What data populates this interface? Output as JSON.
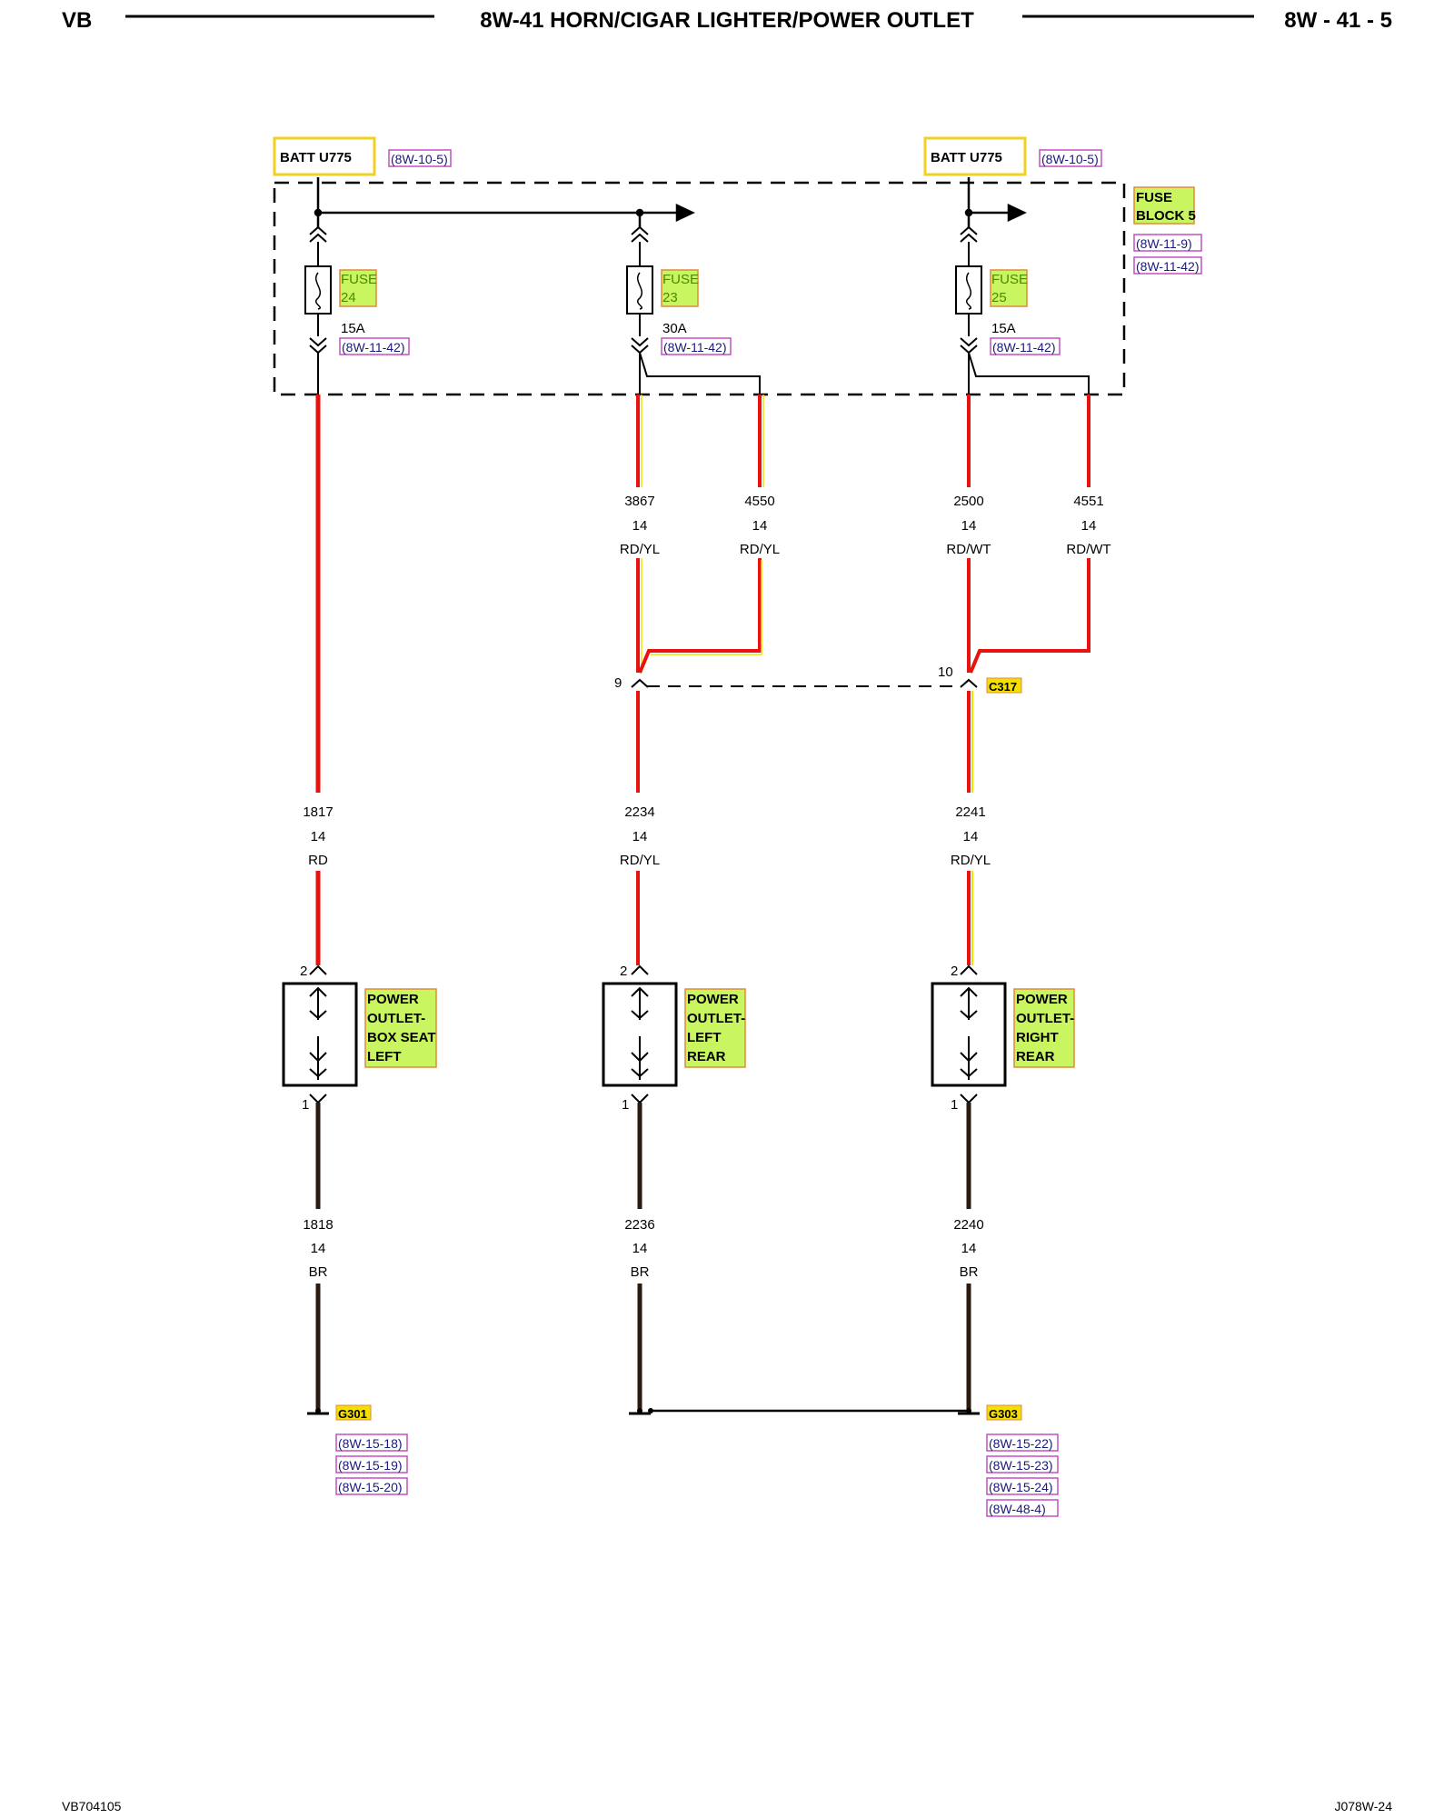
{
  "header": {
    "left": "VB",
    "title": "8W-41 HORN/CIGAR LIGHTER/POWER OUTLET",
    "right": "8W - 41 - 5"
  },
  "footer": {
    "left": "VB704105",
    "right": "J078W-24"
  },
  "fuse_block": {
    "label_line1": "FUSE",
    "label_line2": "BLOCK 5",
    "refs": [
      "(8W-11-9)",
      "(8W-11-42)"
    ]
  },
  "batt_feeds": [
    {
      "label": "BATT U775",
      "ref": "(8W-10-5)"
    },
    {
      "label": "BATT U775",
      "ref": "(8W-10-5)"
    }
  ],
  "fuses": [
    {
      "label": "FUSE",
      "num": "24",
      "rating": "15A",
      "ref": "(8W-11-42)"
    },
    {
      "label": "FUSE",
      "num": "23",
      "rating": "30A",
      "ref": "(8W-11-42)"
    },
    {
      "label": "FUSE",
      "num": "25",
      "rating": "15A",
      "ref": "(8W-11-42)"
    }
  ],
  "upper_wires": [
    {
      "circuit": "3867",
      "gauge": "14",
      "color": "RD/YL"
    },
    {
      "circuit": "4550",
      "gauge": "14",
      "color": "RD/YL"
    },
    {
      "circuit": "2500",
      "gauge": "14",
      "color": "RD/WT"
    },
    {
      "circuit": "4551",
      "gauge": "14",
      "color": "RD/WT"
    }
  ],
  "connector": {
    "name": "C317",
    "pin_left": "9",
    "pin_right": "10"
  },
  "mid_wires": [
    {
      "circuit": "1817",
      "gauge": "14",
      "color": "RD"
    },
    {
      "circuit": "2234",
      "gauge": "14",
      "color": "RD/YL"
    },
    {
      "circuit": "2241",
      "gauge": "14",
      "color": "RD/YL"
    }
  ],
  "outlets": [
    {
      "pin_top": "2",
      "pin_bottom": "1",
      "lines": [
        "POWER",
        "OUTLET-",
        "BOX SEAT",
        "LEFT"
      ]
    },
    {
      "pin_top": "2",
      "pin_bottom": "1",
      "lines": [
        "POWER",
        "OUTLET-",
        "LEFT",
        "REAR"
      ]
    },
    {
      "pin_top": "2",
      "pin_bottom": "1",
      "lines": [
        "POWER",
        "OUTLET-",
        "RIGHT",
        "REAR"
      ]
    }
  ],
  "ground_wires": [
    {
      "circuit": "1818",
      "gauge": "14",
      "color": "BR"
    },
    {
      "circuit": "2236",
      "gauge": "14",
      "color": "BR"
    },
    {
      "circuit": "2240",
      "gauge": "14",
      "color": "BR"
    }
  ],
  "grounds": [
    {
      "name": "G301",
      "refs": [
        "(8W-15-18)",
        "(8W-15-19)",
        "(8W-15-20)"
      ]
    },
    {
      "name": "G303",
      "refs": [
        "(8W-15-22)",
        "(8W-15-23)",
        "(8W-15-24)",
        "(8W-48-4)"
      ]
    }
  ],
  "colors": {
    "red": "#e8120f",
    "yellow": "#f4e000",
    "brown": "#2a1a10",
    "highlight": "#c8f560",
    "highlight_border": "#e08a3c",
    "ref_border": "#c050c0",
    "batt_border": "#f0d020"
  }
}
